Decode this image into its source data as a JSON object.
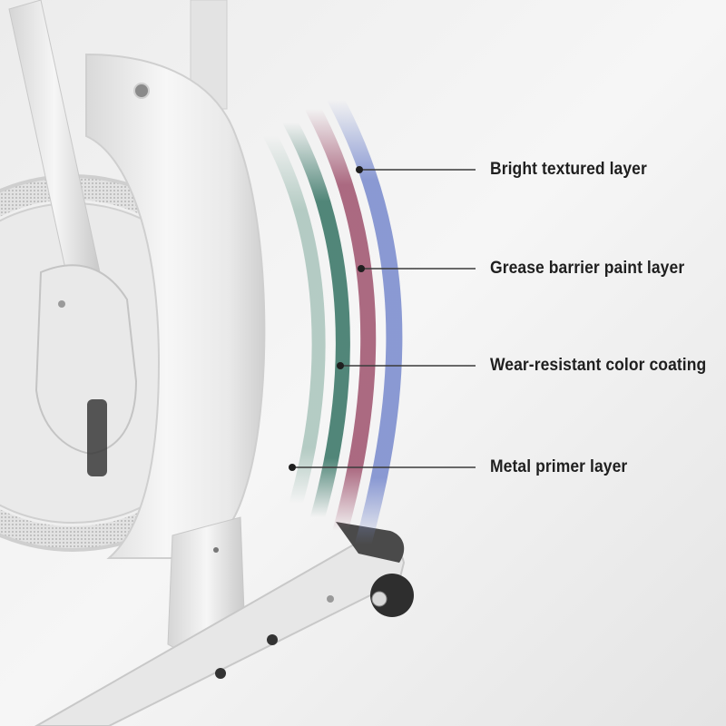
{
  "callouts": [
    {
      "label": "Bright textured layer",
      "color": "#7e8fcf"
    },
    {
      "label": "Grease barrier paint layer",
      "color": "#a35a74"
    },
    {
      "label": "Wear-resistant color coating",
      "color": "#3f7a6b"
    },
    {
      "label": "Metal primer layer",
      "color": "#a9c4bb"
    }
  ]
}
